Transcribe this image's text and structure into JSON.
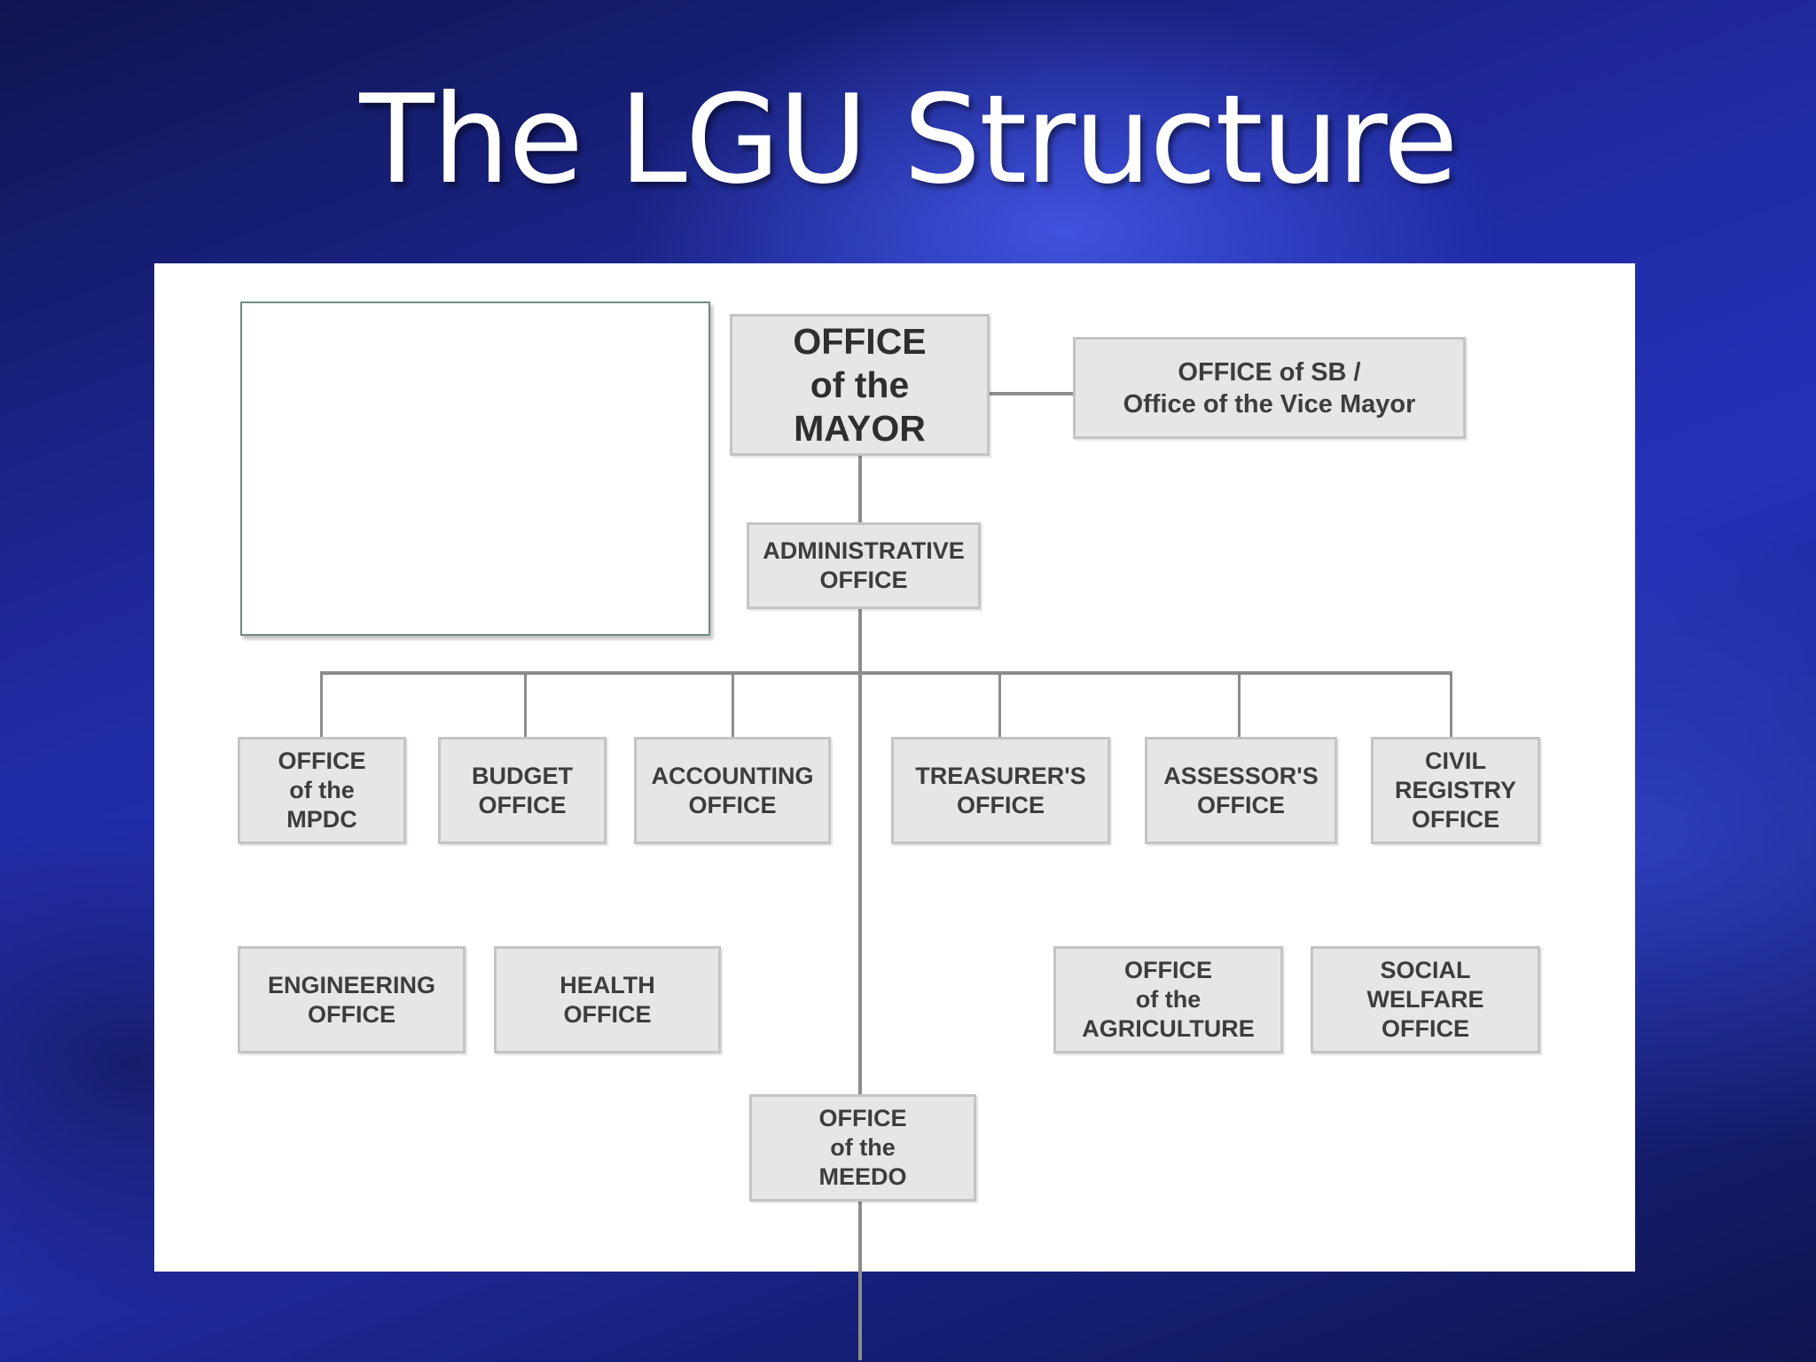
{
  "slide": {
    "title": "The LGU Structure"
  },
  "org_chart": {
    "mayor": "OFFICE\nof the\nMAYOR",
    "sb_vice_mayor": "OFFICE of SB /\nOffice of the Vice Mayor",
    "administrative": "ADMINISTRATIVE\nOFFICE",
    "row1": {
      "mpdc": "OFFICE\nof the\nMPDC",
      "budget": "BUDGET\nOFFICE",
      "accounting": "ACCOUNTING\nOFFICE",
      "treasurer": "TREASURER'S\nOFFICE",
      "assessor": "ASSESSOR'S\nOFFICE",
      "civil_registry": "CIVIL\nREGISTRY\nOFFICE"
    },
    "row2": {
      "engineering": "ENGINEERING\nOFFICE",
      "health": "HEALTH\nOFFICE",
      "agriculture": "OFFICE\nof the\nAGRICULTURE",
      "social_welfare": "SOCIAL\nWELFARE\nOFFICE"
    },
    "meedo": "OFFICE\nof the\nMEEDO"
  }
}
